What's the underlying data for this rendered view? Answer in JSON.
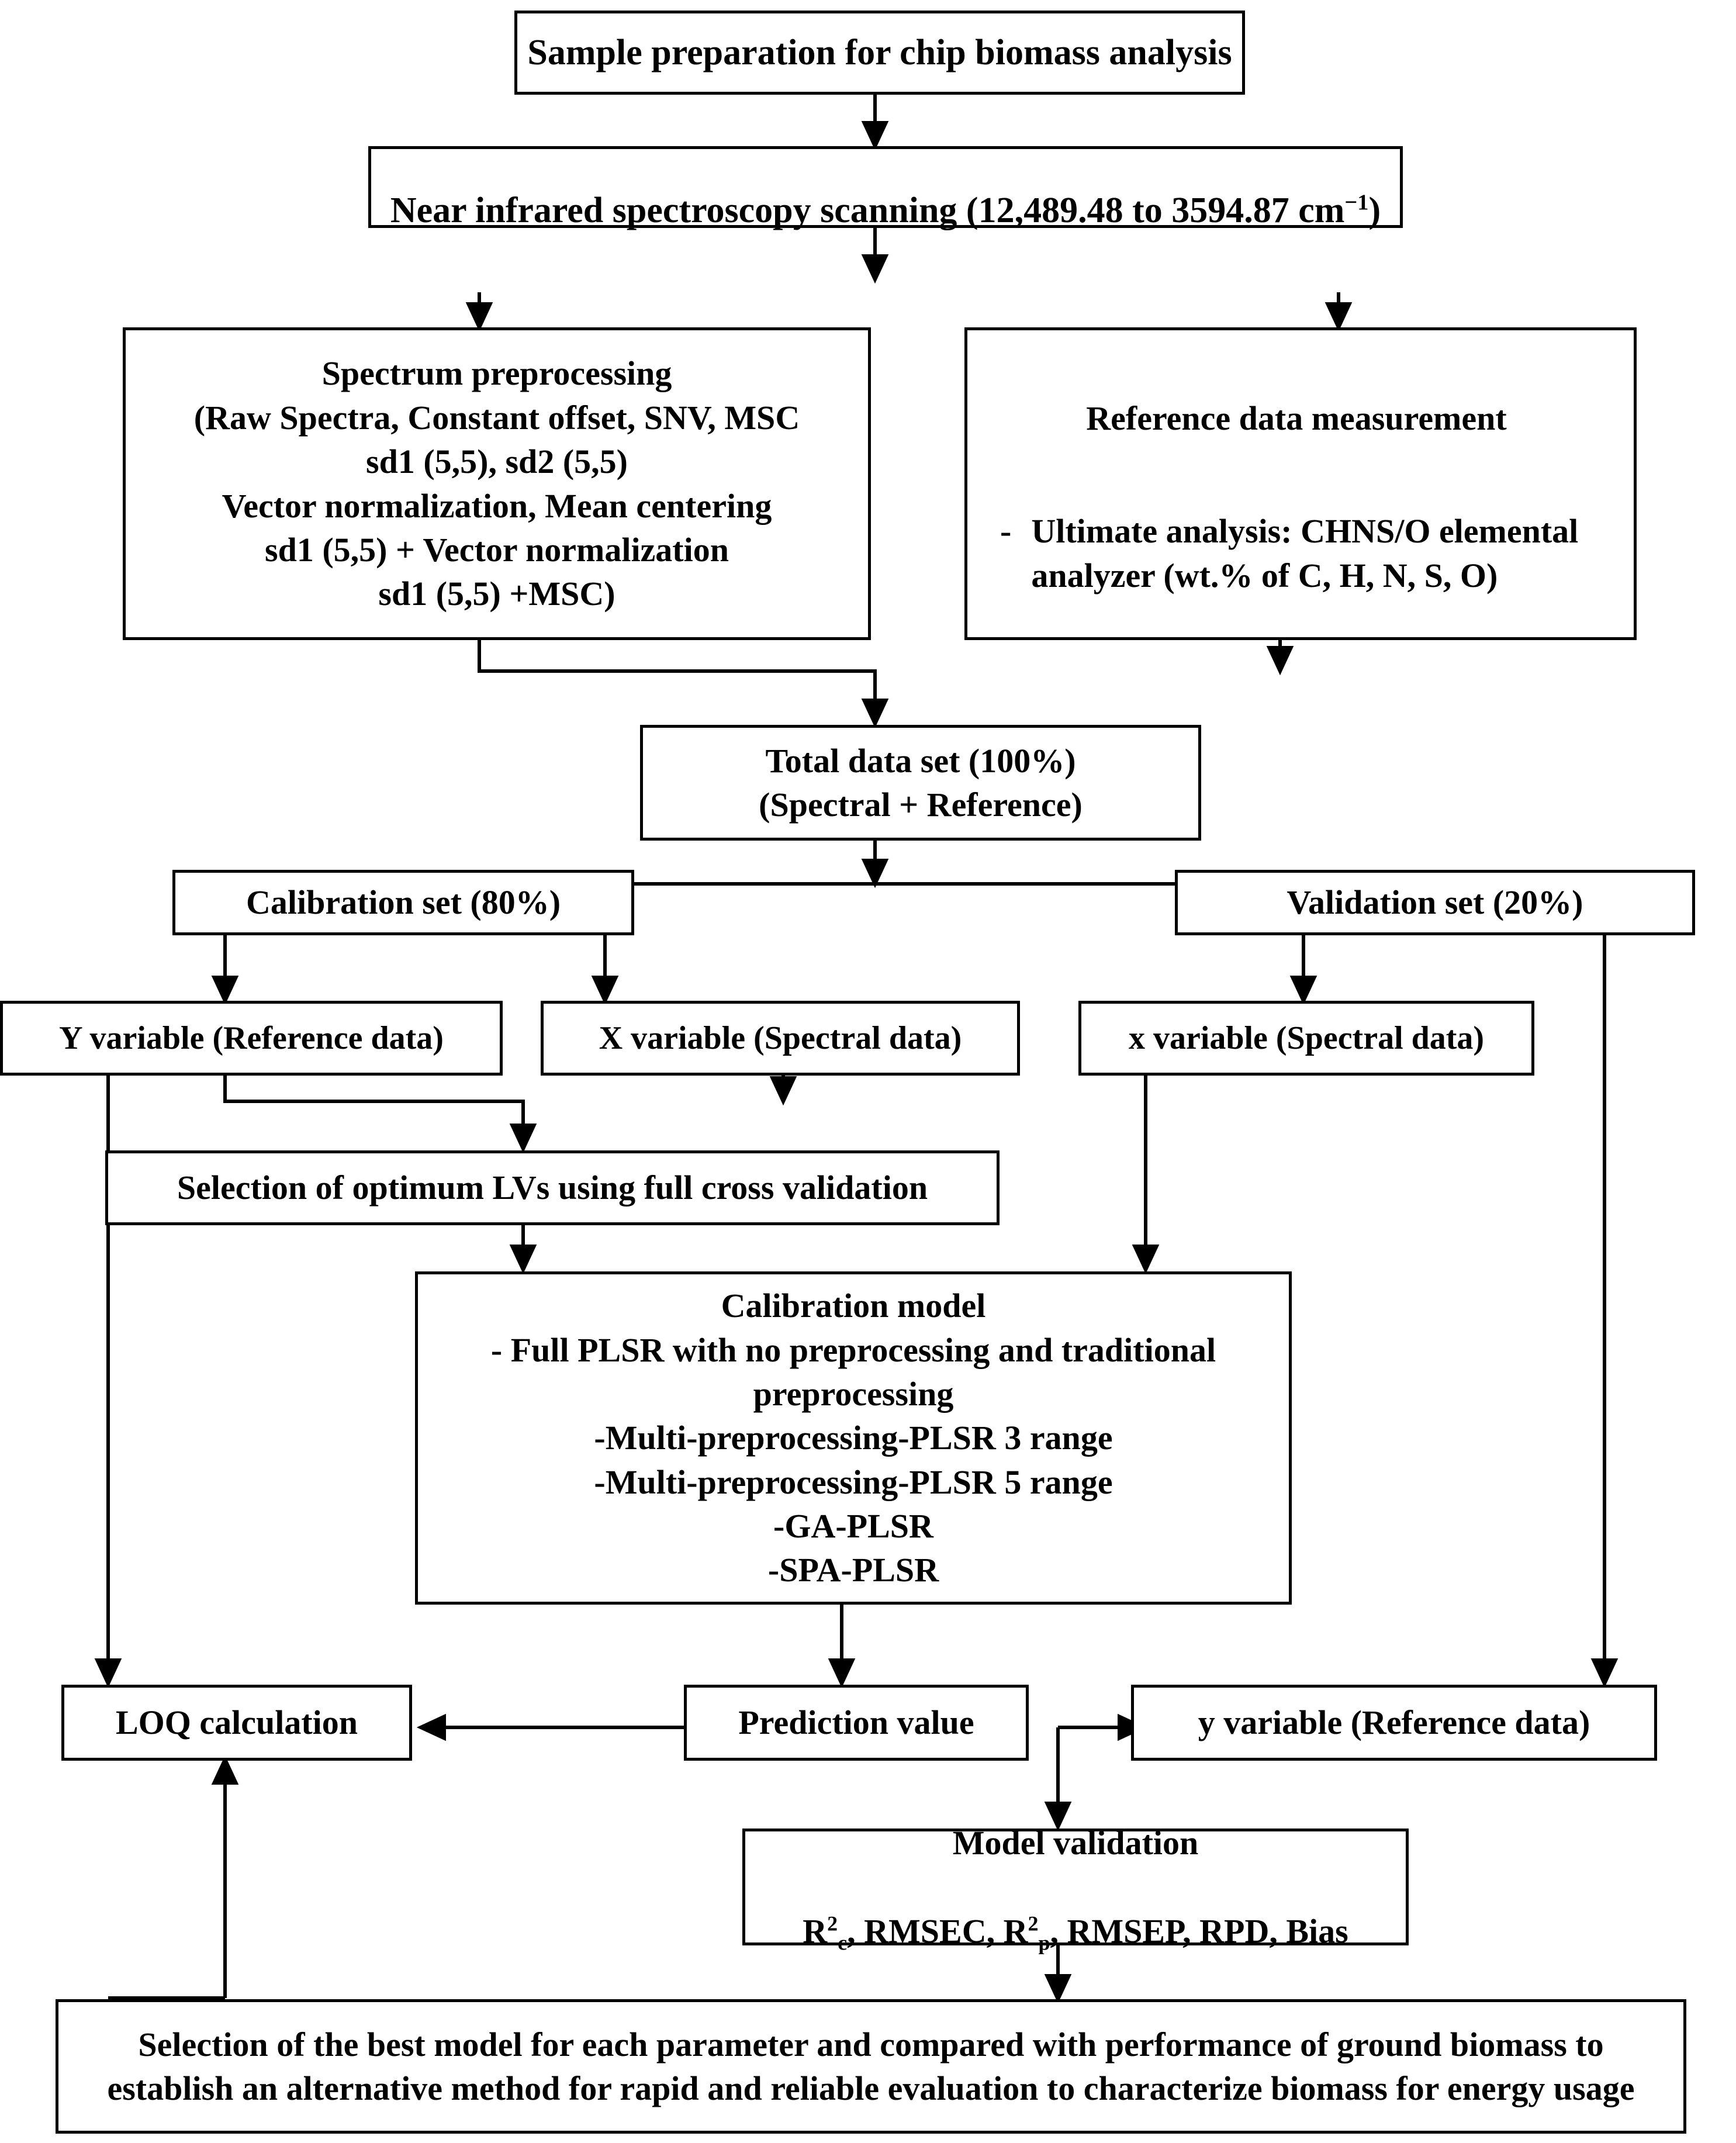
{
  "diagram": {
    "title": "Flowchart of chip biomass NIR analysis workflow",
    "stroke_color": "#000000",
    "background_color": "#ffffff",
    "nodes": {
      "sample_prep": "Sample preparation for chip biomass analysis",
      "nir_scan_prefix": "Near infrared spectroscopy scanning (12,489.48 to 3594.87 cm",
      "nir_scan_sup": "−1",
      "nir_scan_suffix": ")",
      "spectrum_preprocessing": "Spectrum preprocessing\n(Raw Spectra, Constant offset, SNV, MSC\nsd1 (5,5), sd2 (5,5)\nVector normalization, Mean centering\nsd1 (5,5) + Vector normalization\nsd1 (5,5) +MSC)",
      "reference_data_title": "Reference data measurement",
      "reference_data_dash": "-",
      "reference_data_item": "Ultimate analysis: CHNS/O elemental analyzer (wt.% of C, H, N, S, O)",
      "total_data_set": "Total data set (100%)\n(Spectral + Reference)",
      "calibration_set": "Calibration set (80%)",
      "validation_set": "Validation set (20%)",
      "y_variable": "Y variable (Reference data)",
      "x_variable_cal": "X variable (Spectral data)",
      "x_variable_val": "x variable (Spectral data)",
      "lv_selection": "Selection of optimum LVs using full cross validation",
      "calibration_model": "Calibration model\n- Full PLSR with no preprocessing and traditional\npreprocessing\n-Multi-preprocessing-PLSR 3 range\n-Multi-preprocessing-PLSR 5 range\n-GA-PLSR\n-SPA-PLSR",
      "loq_calculation": "LOQ calculation",
      "prediction_value": "Prediction value",
      "y_variable_ref": "y variable (Reference data)",
      "model_validation_title": "Model validation",
      "model_validation_metrics_r2c_base": "R",
      "model_validation_metrics_r2c_sup": "2",
      "model_validation_metrics_r2c_sub": "c",
      "model_validation_metrics_mid": ", RMSEC, ",
      "model_validation_metrics_r2p_base": "R",
      "model_validation_metrics_r2p_sup": "2",
      "model_validation_metrics_r2p_sub": "p",
      "model_validation_metrics_tail": ", RMSEP, RPD, Bias",
      "final_conclusion": "Selection of the best model for each parameter and compared with performance of ground biomass to establish an alternative method for rapid and reliable evaluation to characterize biomass for energy usage"
    }
  }
}
